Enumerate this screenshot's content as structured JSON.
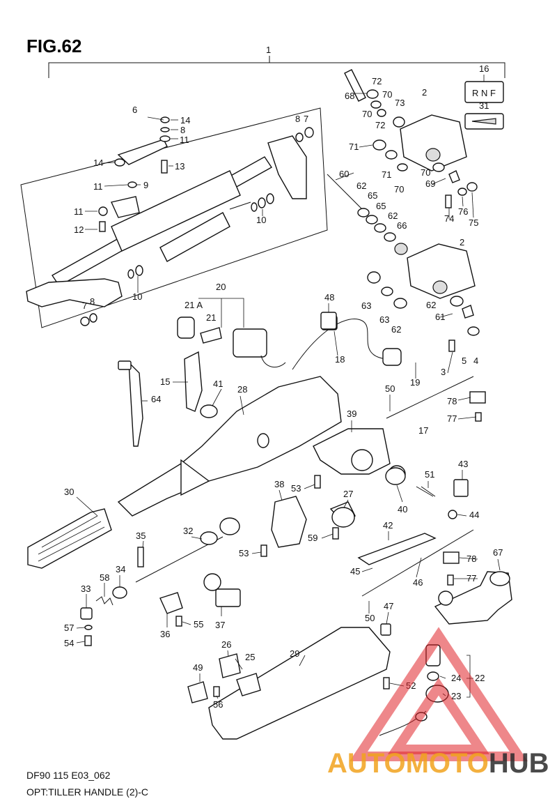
{
  "figure": {
    "title": "FIG.62",
    "footer_code": "DF90 115 E03_062",
    "footer_caption": "OPT:TILLER HANDLE (2)-C"
  },
  "symbol": {
    "number": "16",
    "letters": "R N F"
  },
  "labels": {
    "l1": "1",
    "l2a": "2",
    "l2b": "2",
    "l3": "3",
    "l4": "4",
    "l5": "5",
    "l6": "6",
    "l7a": "7",
    "l7b": "7",
    "l8a": "8",
    "l8b": "8",
    "l8c": "8",
    "l9": "9",
    "l10a": "10",
    "l10b": "10",
    "l11a": "11",
    "l11b": "11",
    "l11c": "11",
    "l12": "12",
    "l13": "13",
    "l14a": "14",
    "l14b": "14",
    "l15": "15",
    "l17": "17",
    "l18": "18",
    "l19": "19",
    "l20": "20",
    "l21": "21",
    "l21a": "21 A",
    "l22": "22",
    "l23": "23",
    "l24": "24",
    "l25": "25",
    "l26": "26",
    "l27": "27",
    "l28": "28",
    "l29": "29",
    "l30": "30",
    "l31": "31",
    "l32": "32",
    "l33": "33",
    "l34": "34",
    "l35": "35",
    "l36": "36",
    "l37": "37",
    "l38": "38",
    "l39": "39",
    "l40": "40",
    "l41": "41",
    "l42": "42",
    "l43": "43",
    "l44": "44",
    "l45": "45",
    "l46": "46",
    "l47": "47",
    "l48": "48",
    "l49": "49",
    "l50a": "50",
    "l50b": "50",
    "l51": "51",
    "l52": "52",
    "l53a": "53",
    "l53b": "53",
    "l54": "54",
    "l55": "55",
    "l56": "56",
    "l57": "57",
    "l58": "58",
    "l59": "59",
    "l60": "60",
    "l61": "61",
    "l62a": "62",
    "l62b": "62",
    "l62c": "62",
    "l62d": "62",
    "l63a": "63",
    "l63b": "63",
    "l64": "64",
    "l65a": "65",
    "l65b": "65",
    "l66": "66",
    "l67": "67",
    "l68": "68",
    "l69": "69",
    "l70a": "70",
    "l70b": "70",
    "l70c": "70",
    "l70d": "70",
    "l71a": "71",
    "l71b": "71",
    "l72a": "72",
    "l72b": "72",
    "l73": "73",
    "l74": "74",
    "l75": "75",
    "l76": "76",
    "l77a": "77",
    "l77b": "77",
    "l78a": "78",
    "l78b": "78"
  },
  "watermark": {
    "brand_part1": "AUTOMOTO",
    "brand_part2": "HUB",
    "colors": {
      "triangle": "#e0242a",
      "auto": "#f1a31e",
      "hub": "#2b2b2b"
    }
  }
}
